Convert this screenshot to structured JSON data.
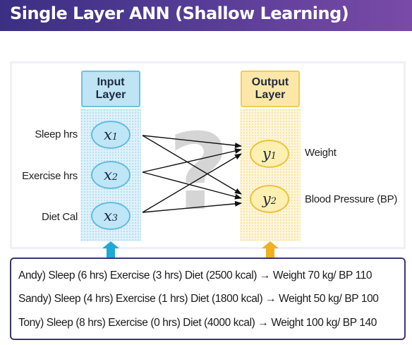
{
  "title": "Single Layer ANN (Shallow Learning)",
  "layers": {
    "input": {
      "header": "Input\nLayer",
      "header_line1": "Input",
      "header_line2": "Layer",
      "nodes": [
        {
          "symbol": "x",
          "sub": "1",
          "label": "Sleep hrs"
        },
        {
          "symbol": "x",
          "sub": "2",
          "label": "Exercise hrs"
        },
        {
          "symbol": "x",
          "sub": "3",
          "label": "Diet Cal"
        }
      ]
    },
    "output": {
      "header_line1": "Output",
      "header_line2": "Layer",
      "nodes": [
        {
          "symbol": "y",
          "sub": "1",
          "label": "Weight"
        },
        {
          "symbol": "y",
          "sub": "2",
          "label": "Blood Pressure (BP)"
        }
      ]
    }
  },
  "hidden_symbol": "?",
  "examples": [
    "Andy) Sleep (6 hrs) Exercise (3 hrs) Diet (2500 kcal) → Weight 70 kg/ BP 110",
    "Sandy) Sleep (4 hrs) Exercise (1 hrs) Diet (1800 kcal) → Weight 50 kg/ BP 100",
    "Tony) Sleep (8 hrs) Exercise (0 hrs) Diet (4000 kcal) → Weight 100 kg/ BP 140"
  ],
  "colors": {
    "title_bar": "#3b2f83",
    "input_accent": "#1fa9d6",
    "output_accent": "#f2b01e",
    "arrow": "#111111"
  }
}
